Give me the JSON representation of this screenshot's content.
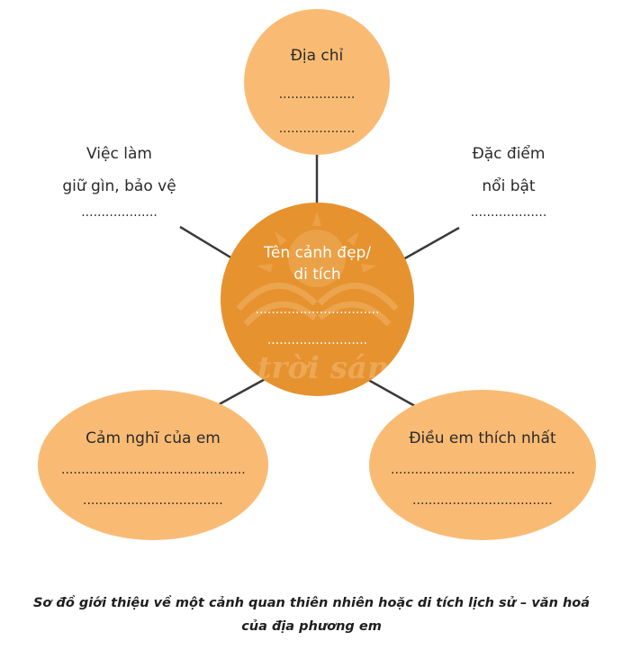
{
  "colors": {
    "light_orange": "#F9BB74",
    "center_orange": "#E6922E",
    "line": "#3a3a3a"
  },
  "nodes": {
    "top": {
      "label": "Địa chỉ",
      "line1": "...................",
      "line2": "..................."
    },
    "center": {
      "label_line1": "Tên cảnh đẹp/",
      "label_line2": "di tích",
      "line1": "...............................",
      "line2": "........................."
    },
    "bottom_left": {
      "label": "Cảm nghĩ của em",
      "line1": "...............................................",
      "line2": "...................................."
    },
    "bottom_right": {
      "label": "Điều em thích nhất",
      "line1": "...............................................",
      "line2": "...................................."
    }
  },
  "outer": {
    "left": {
      "line1": "Việc làm",
      "line2": "giữ gìn, bảo vệ",
      "dots": "..................."
    },
    "right": {
      "line1": "Đặc điểm",
      "line2": "nổi bật",
      "dots": "..................."
    }
  },
  "watermark_text": "Chân trời sáng tạo",
  "caption": {
    "line1": "Sơ đồ giới thiệu về một cảnh quan thiên nhiên hoặc di tích lịch sử – văn hoá",
    "line2": "của địa phương em"
  }
}
